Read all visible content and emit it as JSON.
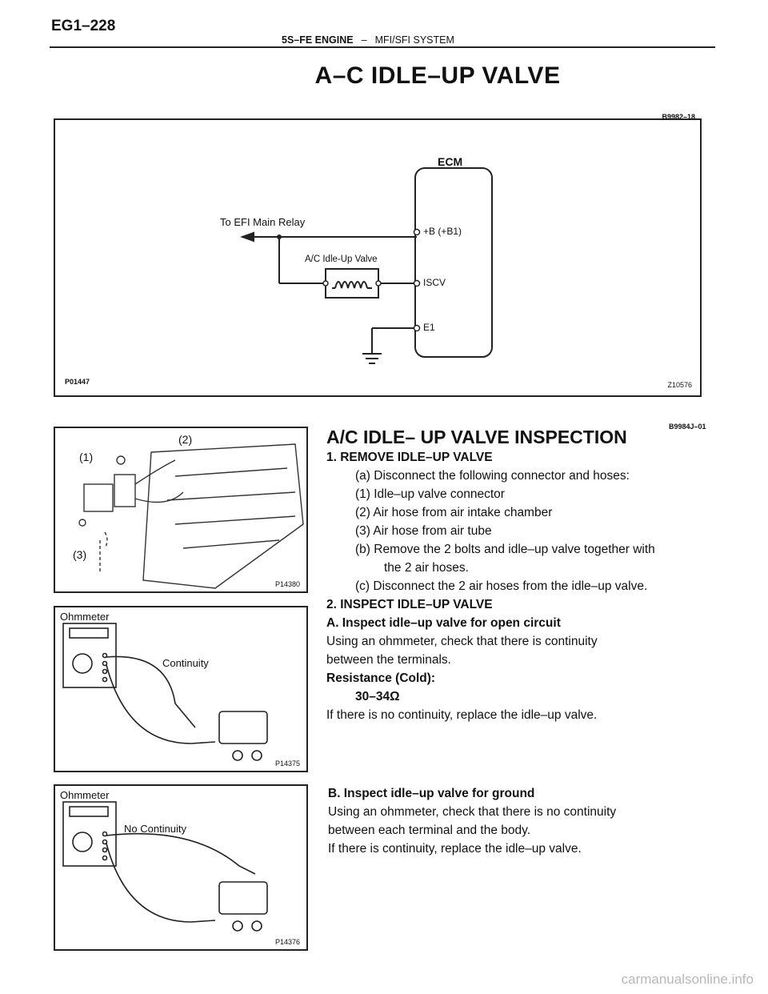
{
  "header": {
    "page_number": "EG1–228",
    "engine": "5S–FE ENGINE",
    "separator": "–",
    "system": "MFI/SFI SYSTEM"
  },
  "title": "A–C IDLE–UP VALVE",
  "wiring_diagram": {
    "top_code": "B9982–18",
    "ecm_label": "ECM",
    "relay_label": "To EFI Main Relay",
    "valve_label": "A/C Idle-Up Valve",
    "terminal_b": "+B (+B1)",
    "terminal_iscv": "ISCV",
    "terminal_e1": "E1",
    "code_left": "P01447",
    "code_right": "Z10576"
  },
  "inspection": {
    "code": "B9984J–01",
    "heading": "A/C IDLE– UP VALVE INSPECTION",
    "step1": "1. REMOVE IDLE–UP VALVE",
    "step1a": "(a) Disconnect the following connector and hoses:",
    "step1a1": "(1) Idle–up valve connector",
    "step1a2": "(2) Air hose from air intake chamber",
    "step1a3": "(3) Air hose from air tube",
    "step1b": "(b) Remove the 2 bolts and idle–up valve together with",
    "step1b_cont": "the 2 air hoses.",
    "step1c": "(c) Disconnect the 2 air hoses from the idle–up valve.",
    "step2": "2. INSPECT IDLE–UP VALVE",
    "stepA": "A. Inspect idle–up valve for open circuit",
    "stepA_text1": "Using an ohmmeter, check that there is continuity",
    "stepA_text2": "between the terminals.",
    "resistance_label": "Resistance (Cold):",
    "resistance_value": "30–34Ω",
    "stepA_text3": "If there is no continuity, replace the idle–up valve.",
    "stepB": "B. Inspect idle–up valve for ground",
    "stepB_text1": "Using an ohmmeter, check that there is no continuity",
    "stepB_text2": "between each terminal and the body.",
    "stepB_text3": "If there is continuity, replace the idle–up valve."
  },
  "figure_removal": {
    "label_1": "(1)",
    "label_2": "(2)",
    "label_3": "(3)",
    "code": "P14380"
  },
  "figure_continuity": {
    "ohmmeter": "Ohmmeter",
    "label": "Continuity",
    "code": "P14375"
  },
  "figure_no_continuity": {
    "ohmmeter": "Ohmmeter",
    "label": "No Continuity",
    "code": "P14376"
  },
  "watermark": "carmanualsonline.info"
}
